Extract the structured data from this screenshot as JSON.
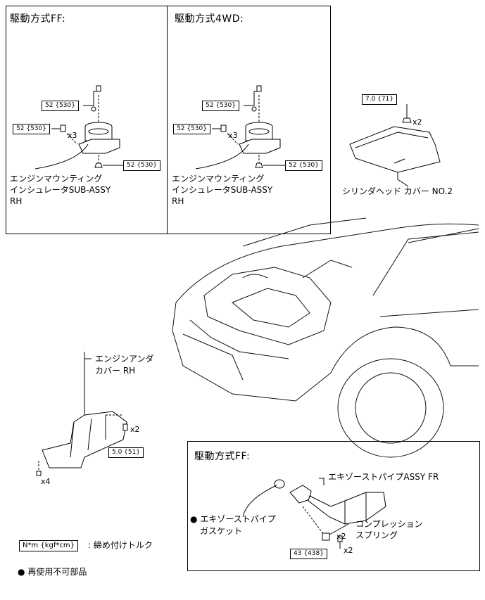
{
  "panels": {
    "ff": {
      "title": "駆動方式FF:",
      "torque_top": "52 {530}",
      "torque_left": "52 {530}",
      "qty_left": "x3",
      "torque_bottom": "52 {530}",
      "label_line1": "エンジンマウンティング",
      "label_line2": "インシュレータSUB-ASSY",
      "label_line3": "RH"
    },
    "awd": {
      "title": "駆動方式4WD:",
      "torque_top": "52 {530}",
      "torque_left": "52 {530}",
      "qty_left": "x3",
      "torque_bottom": "52 {530}",
      "label_line1": "エンジンマウンティング",
      "label_line2": "インシュレータSUB-ASSY",
      "label_line3": "RH"
    }
  },
  "cylinder_cover": {
    "torque": "7.0 {71}",
    "qty": "x2",
    "label": "シリンダヘッド カバー NO.2"
  },
  "engine_under_cover": {
    "label_line1": "エンジンアンダ",
    "label_line2": "カバー RH",
    "qty_right": "x2",
    "torque": "5.0 {51}",
    "qty_left": "x4"
  },
  "exhaust_panel": {
    "title": "駆動方式FF:",
    "pipe_label": "エキゾーストパイプASSY FR",
    "gasket_line1": "エキゾーストパイプ",
    "gasket_line2": "ガスケット",
    "spring_line1": "コンプレッション",
    "spring_line2": "スプリング",
    "qty_spring": "x2",
    "qty_bolt": "x2",
    "torque": "43 {438}"
  },
  "legend": {
    "torque_unit": "N*m {kgf*cm}",
    "torque_desc": ": 締め付けトルク",
    "nonreusable_bullet": "●",
    "nonreusable_desc": "再使用不可部品"
  }
}
